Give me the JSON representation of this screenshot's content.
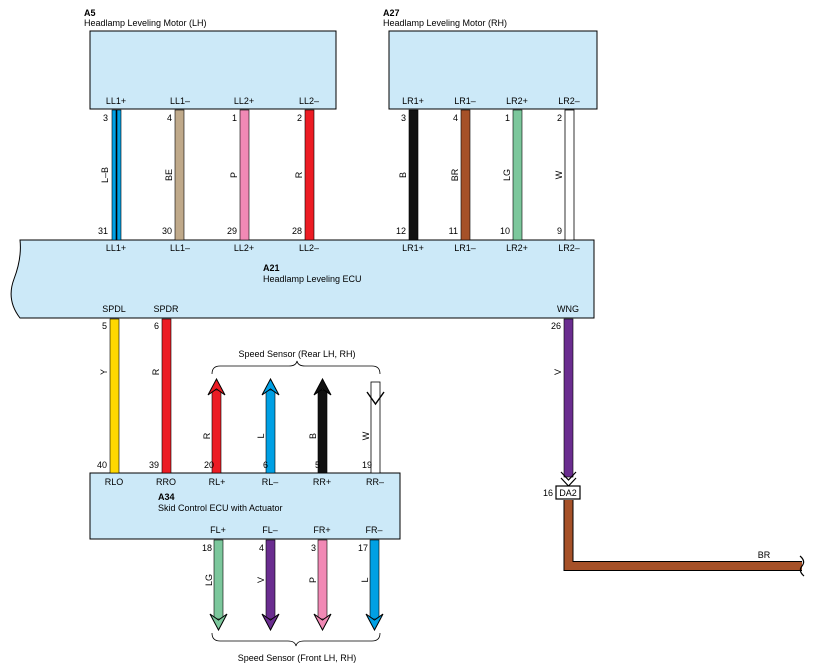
{
  "colors": {
    "box_fill": "#cce9f8",
    "L": "#00a0e4",
    "B": "#111111",
    "BE": "#bfa98a",
    "P": "#f189b5",
    "R": "#ec1c24",
    "BR": "#a65128",
    "LG": "#7cc79c",
    "W": "#ffffff",
    "Y": "#ffd800",
    "V": "#6a2d8f"
  },
  "components": {
    "a5": {
      "code": "A5",
      "desc": "Headlamp Leveling Motor (LH)"
    },
    "a27": {
      "code": "A27",
      "desc": "Headlamp Leveling Motor (RH)"
    },
    "a21": {
      "code": "A21",
      "desc": "Headlamp Leveling ECU"
    },
    "a34": {
      "code": "A34",
      "desc": "Skid Control ECU with Actuator"
    }
  },
  "sensors": {
    "rear": "Speed Sensor (Rear LH,  RH)",
    "front": "Speed Sensor (Front LH,  RH)"
  },
  "connector": {
    "pin": "16",
    "code": "DA2",
    "wire_color": "BR"
  },
  "wires": {
    "ll1p": {
      "top_pin": "3",
      "top_label": "LL1+",
      "color_code": "L–B",
      "bot_pin": "31",
      "bot_label": "LL1+"
    },
    "ll1m": {
      "top_pin": "4",
      "top_label": "LL1–",
      "color_code": "BE",
      "bot_pin": "30",
      "bot_label": "LL1–"
    },
    "ll2p": {
      "top_pin": "1",
      "top_label": "LL2+",
      "color_code": "P",
      "bot_pin": "29",
      "bot_label": "LL2+"
    },
    "ll2m": {
      "top_pin": "2",
      "top_label": "LL2–",
      "color_code": "R",
      "bot_pin": "28",
      "bot_label": "LL2–"
    },
    "lr1p": {
      "top_pin": "3",
      "top_label": "LR1+",
      "color_code": "B",
      "bot_pin": "12",
      "bot_label": "LR1+"
    },
    "lr1m": {
      "top_pin": "4",
      "top_label": "LR1–",
      "color_code": "BR",
      "bot_pin": "11",
      "bot_label": "LR1–"
    },
    "lr2p": {
      "top_pin": "1",
      "top_label": "LR2+",
      "color_code": "LG",
      "bot_pin": "10",
      "bot_label": "LR2+"
    },
    "lr2m": {
      "top_pin": "2",
      "top_label": "LR2–",
      "color_code": "W",
      "bot_pin": "9",
      "bot_label": "LR2–"
    },
    "spdl": {
      "top_pin": "5",
      "top_label": "SPDL",
      "color_code": "Y",
      "bot_pin": "40",
      "bot_label": "RLO"
    },
    "spdr": {
      "top_pin": "6",
      "top_label": "SPDR",
      "color_code": "R",
      "bot_pin": "39",
      "bot_label": "RRO"
    },
    "wng": {
      "top_pin": "26",
      "top_label": "WNG",
      "color_code": "V"
    },
    "rlp": {
      "color_code": "R",
      "bot_pin": "20",
      "bot_label": "RL+"
    },
    "rlm": {
      "color_code": "L",
      "bot_pin": "6",
      "bot_label": "RL–"
    },
    "rrp": {
      "color_code": "B",
      "bot_pin": "5",
      "bot_label": "RR+"
    },
    "rrm": {
      "color_code": "W",
      "bot_pin": "19",
      "bot_label": "RR–"
    },
    "flp": {
      "top_pin": "18",
      "top_label": "FL+",
      "color_code": "LG"
    },
    "flm": {
      "top_pin": "4",
      "top_label": "FL–",
      "color_code": "V"
    },
    "frp": {
      "top_pin": "3",
      "top_label": "FR+",
      "color_code": "P"
    },
    "frm": {
      "top_pin": "17",
      "top_label": "FR–",
      "color_code": "L"
    }
  }
}
